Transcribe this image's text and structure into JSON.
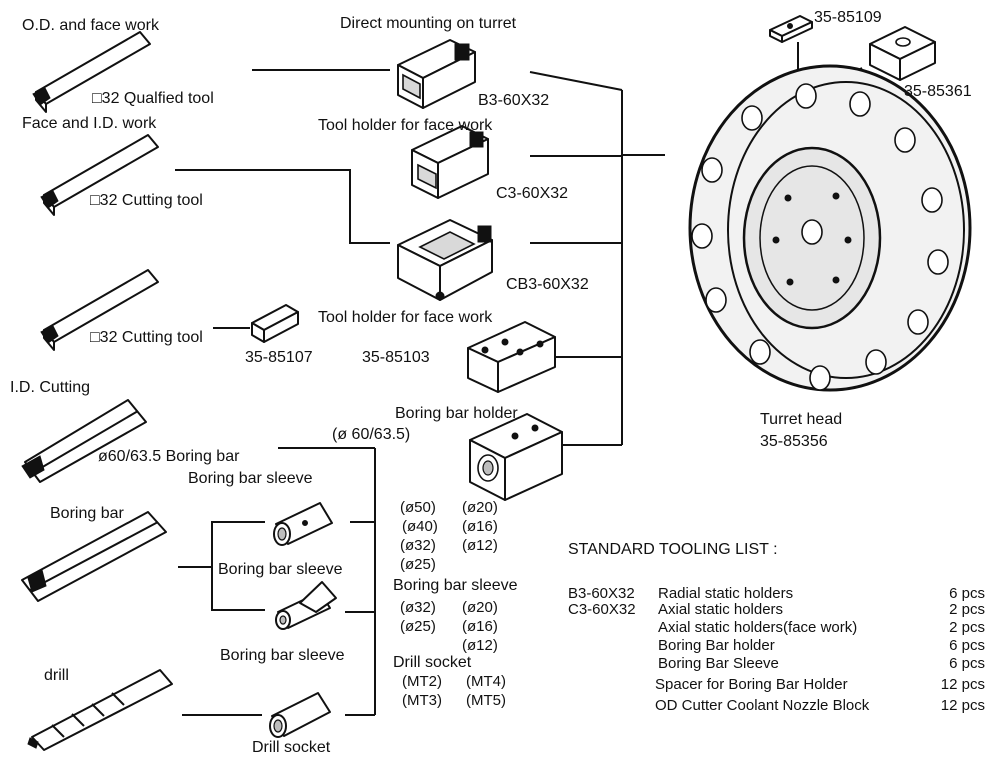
{
  "headings": {
    "od_face_work": "O.D. and face work",
    "face_id_work": "Face and I.D. work",
    "id_cutting": "I.D. Cutting",
    "boring_bar": "Boring bar",
    "drill": "drill",
    "direct_mounting": "Direct mounting on turret"
  },
  "tools": {
    "qualified_tool": "□32 Qualfied tool",
    "cutting_tool_1": "□32 Cutting tool",
    "cutting_tool_2": "□32 Cutting tool",
    "spacer_code": "35-85107",
    "boring_bar_size": "ø60/63.5 Boring bar"
  },
  "holders": {
    "b3_code": "B3-60X32",
    "face_work_label_1": "Tool holder for face work",
    "c3_code": "C3-60X32",
    "cb3_code": "CB3-60X32",
    "face_work_label_2": "Tool holder for face work",
    "block_code": "35-85103",
    "boring_bar_holder": "Boring bar holder",
    "holder_size": "(ø 60/63.5)"
  },
  "sleeves": {
    "header_sleeve": "Boring bar sleeve",
    "sleeve_1": "Boring bar sleeve",
    "sleeve_2": "Boring bar sleeve",
    "drill_socket": "Drill socket",
    "sizes_a_col1": [
      "(ø50)",
      "(ø40)",
      "(ø32)",
      "(ø25)"
    ],
    "sizes_a_col2": [
      "(ø20)",
      "(ø16)",
      "(ø12)"
    ],
    "sizes_a_label": "Boring bar sleeve",
    "sizes_b_col1": [
      "(ø32)",
      "(ø25)"
    ],
    "sizes_b_col2": [
      "(ø20)",
      "(ø16)",
      "(ø12)"
    ],
    "sizes_b_label": "Drill socket",
    "mt_col1": [
      "(MT2)",
      "(MT3)"
    ],
    "mt_col2": [
      "(MT4)",
      "(MT5)"
    ]
  },
  "turret": {
    "code_small": "35-85109",
    "code_block": "35-85361",
    "name": "Turret head",
    "code": "35-85356"
  },
  "tooling_list": {
    "title": "STANDARD TOOLING LIST :",
    "rows": [
      {
        "code": "B3-60X32",
        "desc": "Radial static holders",
        "qty": "6 pcs"
      },
      {
        "code": "C3-60X32",
        "desc": "Axial static holders",
        "qty": "2 pcs"
      },
      {
        "code": "",
        "desc": "Axial static holders(face work)",
        "qty": "2 pcs"
      },
      {
        "code": "",
        "desc": "Boring Bar holder",
        "qty": "6 pcs"
      },
      {
        "code": "",
        "desc": "Boring Bar Sleeve",
        "qty": "6 pcs"
      },
      {
        "code": "",
        "desc": "Spacer for Boring Bar Holder",
        "qty": "12 pcs"
      },
      {
        "code": "",
        "desc": "OD Cutter Coolant Nozzle Block",
        "qty": "12 pcs"
      }
    ]
  }
}
